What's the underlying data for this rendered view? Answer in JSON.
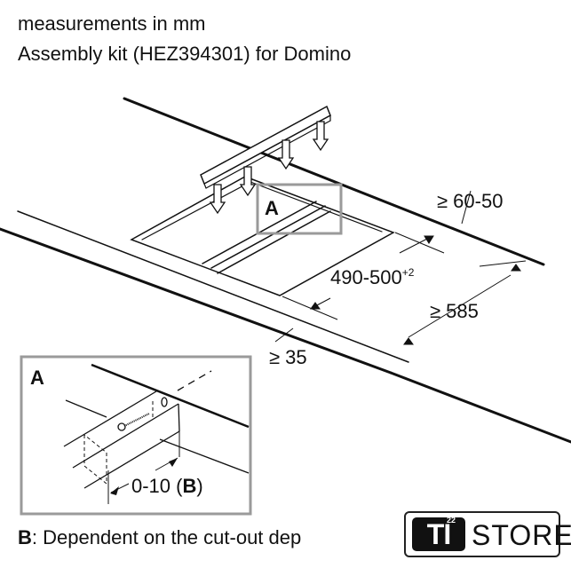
{
  "header": {
    "line1": "measurements in mm",
    "line2": "Assembly kit (HEZ394301) for Domino"
  },
  "labels": {
    "detail_marker": "A",
    "dim_back": "≥ 60-50",
    "dim_depth": "490-500",
    "dim_depth_tol": "+2",
    "dim_counter": "≥ 585",
    "dim_front": "≥ 35",
    "inset_title": "A",
    "inset_dim_prefix": "0-10 (",
    "inset_dim_b": "B",
    "inset_dim_suffix": ")"
  },
  "footer": {
    "b_label": "B",
    "note": ": Dependent on the cut-out dep"
  },
  "logo": {
    "mark": "TI",
    "sup": "22",
    "text": "STORE"
  },
  "colors": {
    "line": "#111111",
    "detail_box": "#9a9a9a"
  }
}
